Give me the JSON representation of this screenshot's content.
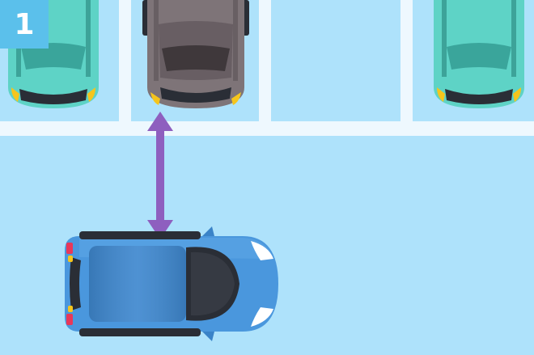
{
  "step": {
    "number": "1"
  },
  "colors": {
    "ground": "#aee2fb",
    "line": "#eef8fe",
    "badge": "#5bc0eb",
    "parked_teal": "#5ed3c6",
    "parked_grey": "#7e7478",
    "moving_car": "#4a97dd",
    "arrow": "#8e5fbf",
    "tire": "#2a2e36",
    "headlight": "#f5c51c",
    "taillight": "#e8375a"
  },
  "elements": {
    "cars": [
      "parked-car-teal-left",
      "parked-car-grey-center",
      "parked-car-teal-right",
      "moving-car-blue"
    ],
    "arrow": "distance-arrow-vertical"
  }
}
